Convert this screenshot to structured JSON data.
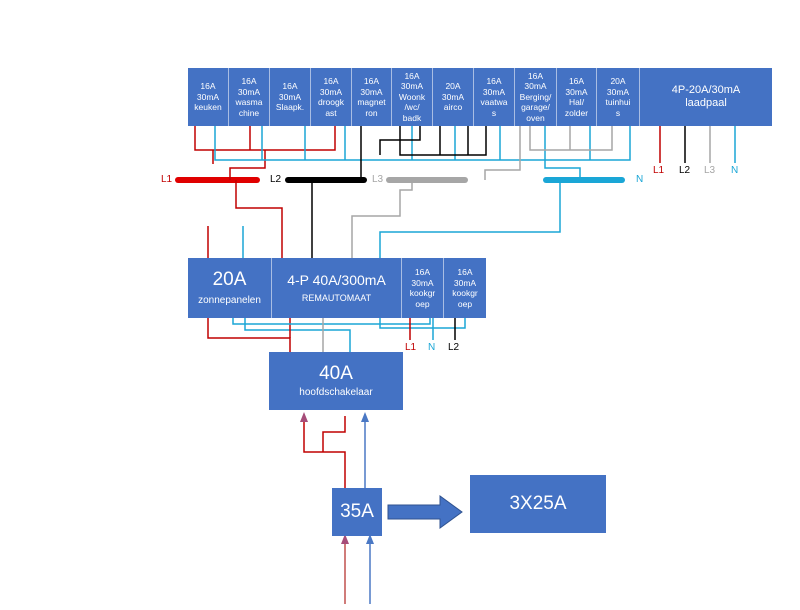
{
  "top_breakers": [
    {
      "text": "16A\n30mA\nkeuken"
    },
    {
      "text": "16A\n30mA\nwasma\nchine"
    },
    {
      "text": "16A\n30mA\nSlaapk."
    },
    {
      "text": "16A\n30mA\ndroogk\nast"
    },
    {
      "text": "16A\n30mA\nmagnet\nron"
    },
    {
      "text": "16A\n30mA\nWoonk\n/wc/\nbadk"
    },
    {
      "text": "20A\n30mA\nairco"
    },
    {
      "text": "16A\n30mA\nvaatwa\ns"
    },
    {
      "text": "16A\n30mA\nBerging/\ngarage/\noven"
    },
    {
      "text": "16A\n30mA\nHal/\nzolder"
    },
    {
      "text": "20A\n30mA\ntuinhui\ns"
    }
  ],
  "laadpaal": {
    "text": "4P-20A/30mA\nlaadpaal"
  },
  "laadpaal_phases": {
    "l1": "L1",
    "l2": "L2",
    "l3": "L3",
    "n": "N"
  },
  "busbars": {
    "l1": "L1",
    "l2": "L2",
    "l3": "L3",
    "n": "N"
  },
  "mid_row": {
    "solar": {
      "amp": "20A",
      "label": "zonnepanelen"
    },
    "rcd": {
      "title": "4-P 40A/300mA",
      "label": "REMAUTOMAAT"
    },
    "kookgroep_1": {
      "text": "16A\n30mA\nkookgr\noep"
    },
    "kookgroep_2": {
      "text": "16A\n30mA\nkookgr\noep"
    }
  },
  "kookgroep_phases": {
    "l1": "L1",
    "n": "N",
    "l2": "L2"
  },
  "main_switch": {
    "amp": "40A",
    "label": "hoofdschakelaar"
  },
  "meter_fuse": {
    "amp": "35A"
  },
  "upgrade": {
    "label": "3X25A"
  },
  "colors": {
    "box": "#4472c4",
    "red": "#c00000",
    "black": "#000000",
    "grey": "#a6a6a6",
    "blue": "#1aa6d6",
    "purple": "#a64d79"
  }
}
